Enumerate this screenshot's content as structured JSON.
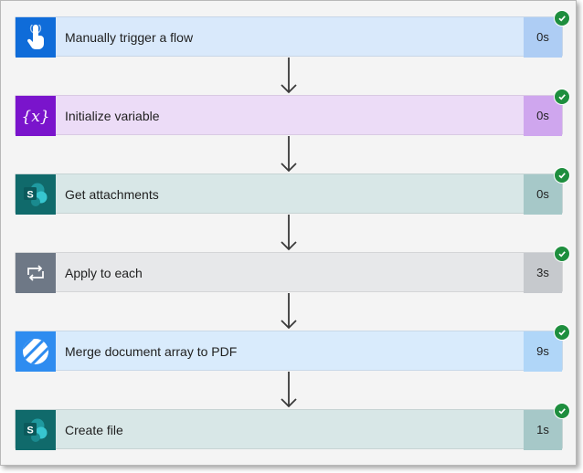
{
  "steps": [
    {
      "label": "Manually trigger a flow",
      "duration": "0s",
      "icon": "touch-hand-icon",
      "icon_bg": "#0f6cd9",
      "body_bg": "#d9e9fb",
      "dur_bg": "#aecdf4"
    },
    {
      "label": "Initialize variable",
      "duration": "0s",
      "icon": "variable-braces-icon",
      "icon_bg": "#7a14cc",
      "body_bg": "#ecdcf7",
      "dur_bg": "#cfa6ee"
    },
    {
      "label": "Get attachments",
      "duration": "0s",
      "icon": "sharepoint-icon",
      "icon_bg": "#106a6b",
      "body_bg": "#d8e7e7",
      "dur_bg": "#a6c8c8"
    },
    {
      "label": "Apply to each",
      "duration": "3s",
      "icon": "loop-icon",
      "icon_bg": "#6e7886",
      "body_bg": "#e7e8ea",
      "dur_bg": "#c6c9cd"
    },
    {
      "label": "Merge document array to PDF",
      "duration": "9s",
      "icon": "encodian-stripes-icon",
      "icon_bg": "#2e8cf0",
      "body_bg": "#d9ebfc",
      "dur_bg": "#b0d6f8"
    },
    {
      "label": "Create file",
      "duration": "1s",
      "icon": "sharepoint-icon",
      "icon_bg": "#106a6b",
      "body_bg": "#d8e7e7",
      "dur_bg": "#a6c8c8"
    }
  ],
  "status_color": "#1e8e3e"
}
